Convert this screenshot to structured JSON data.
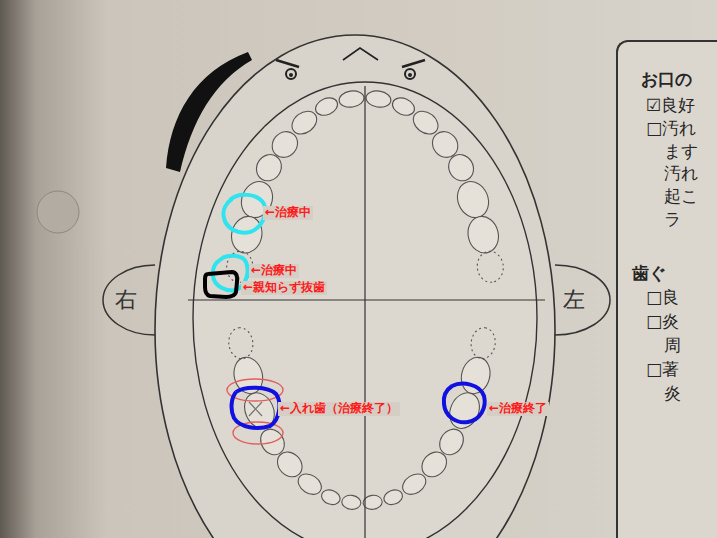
{
  "diagram": {
    "nodes": [
      {
        "text": [
          "右"
        ]
      },
      {
        "text": [
          "左"
        ]
      },
      {
        "text": [
          "お口の",
          "☑良好",
          "□汚れ",
          "ます",
          "汚れ",
          "起こ",
          "ラ",
          "歯ぐ",
          "□良",
          "□炎",
          "周",
          "□著",
          "炎"
        ]
      }
    ],
    "labels": [
      "←治療中",
      "←治療中",
      "←親知らず抜歯",
      "←入れ歯（治療終了）",
      "←治療終了"
    ]
  }
}
